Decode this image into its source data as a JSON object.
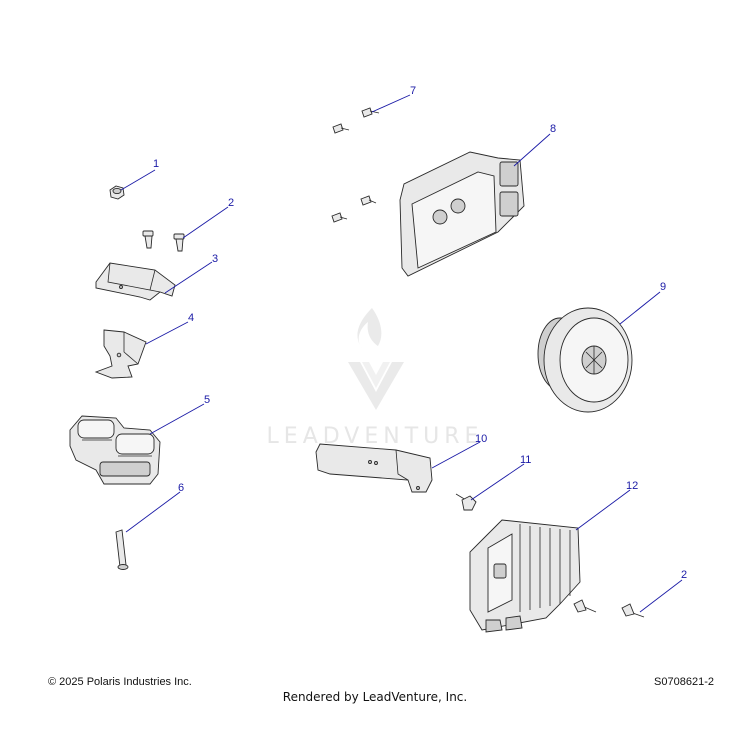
{
  "watermark": {
    "text": "LEADVENTURE"
  },
  "callouts": [
    {
      "id": "callout-1",
      "label": "1"
    },
    {
      "id": "callout-2a",
      "label": "2"
    },
    {
      "id": "callout-3",
      "label": "3"
    },
    {
      "id": "callout-4",
      "label": "4"
    },
    {
      "id": "callout-5",
      "label": "5"
    },
    {
      "id": "callout-6",
      "label": "6"
    },
    {
      "id": "callout-7",
      "label": "7"
    },
    {
      "id": "callout-8",
      "label": "8"
    },
    {
      "id": "callout-9",
      "label": "9"
    },
    {
      "id": "callout-10",
      "label": "10"
    },
    {
      "id": "callout-11",
      "label": "11"
    },
    {
      "id": "callout-12",
      "label": "12"
    },
    {
      "id": "callout-2b",
      "label": "2"
    }
  ],
  "footer": {
    "copyright": "© 2025 Polaris Industries Inc.",
    "part_code": "S0708621-2",
    "rendered_by": "Rendered by LeadVenture, Inc."
  }
}
